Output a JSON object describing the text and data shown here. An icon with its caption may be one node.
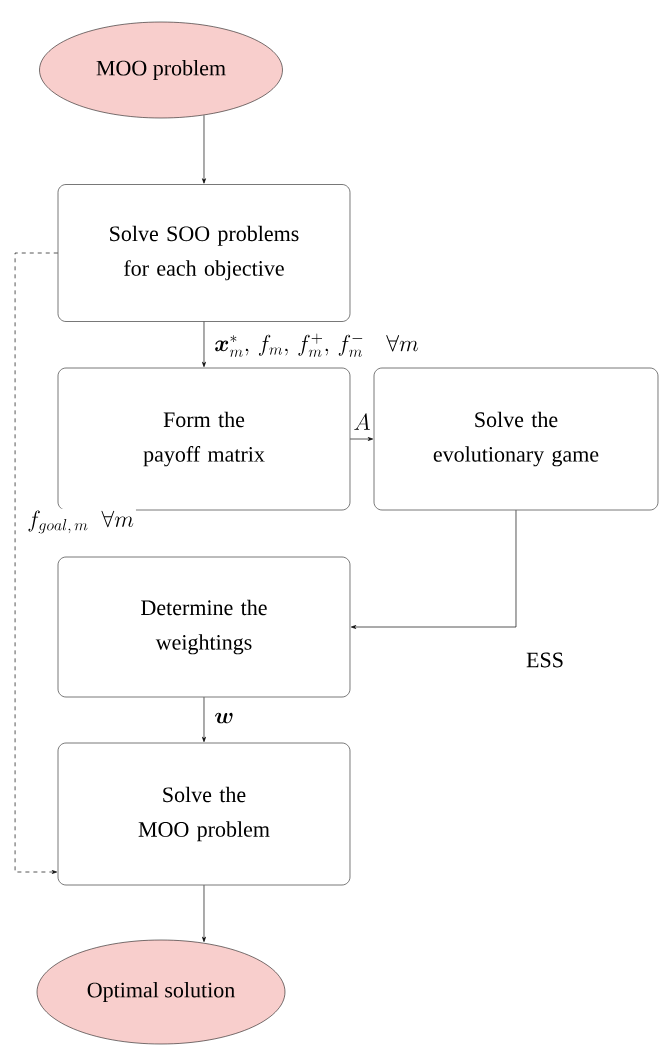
{
  "diagram": {
    "nodes": [
      {
        "text": [
          "MOO problem"
        ]
      },
      {
        "text": [
          "Solve SOO problems for each objective"
        ]
      },
      {
        "text": [
          "Form the payoff matrix"
        ]
      },
      {
        "text": [
          "Solve the evolutionary game"
        ]
      },
      {
        "text": [
          "Determine the weightings"
        ]
      },
      {
        "text": [
          "Solve the MOO problem"
        ]
      },
      {
        "text": [
          "Optimal solution"
        ]
      }
    ],
    "edges": [
      {
        "from": 0,
        "to": 1,
        "arrow": "to"
      },
      {
        "from": 1,
        "to": 2,
        "arrow": "to",
        "label": "\\boldsymbol{x}^{*}_{m},\\, f_{m},\\, f^{+}_{m},\\, f^{-}_{m} \\quad \\forall m"
      },
      {
        "from": 2,
        "to": 3,
        "arrow": "to",
        "label": "A"
      },
      {
        "from": 3,
        "to": 4,
        "arrow": "to",
        "label": "\\mathrm{ESS}"
      },
      {
        "from": 4,
        "to": 5,
        "arrow": "to",
        "label": "\\boldsymbol{w}"
      },
      {
        "from": 1,
        "to": 5,
        "arrow": "to",
        "style": "dashed",
        "label": "f_{goal,\\, m} \\;\\; \\forall m"
      },
      {
        "from": 5,
        "to": 6,
        "arrow": "to"
      }
    ]
  }
}
